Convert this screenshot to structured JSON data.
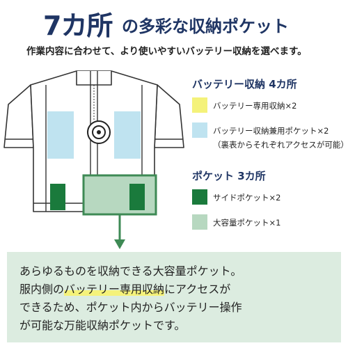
{
  "title": {
    "big": "7カ所",
    "small": "の多彩な収納ポケット"
  },
  "subtitle": "作業内容に合わせて、より使いやすいバッテリー収納を選べます。",
  "legend": {
    "battery_heading": "バッテリー収納 4カ所",
    "battery_items": [
      {
        "label": "バッテリー専用収納×2",
        "color": "#f4f27a"
      },
      {
        "label": "バッテリー収納兼用ポケット×2",
        "sub": "（裏表からそれぞれアクセスが可能）",
        "color": "#bfe3f0"
      }
    ],
    "pocket_heading": "ポケット 3カ所",
    "pocket_items": [
      {
        "label": "サイドポケット×2",
        "color": "#1a7a3c"
      },
      {
        "label": "大容量ポケット×1",
        "color": "#b7d8c0"
      }
    ]
  },
  "note": {
    "line1": "あらゆるものを収納できる大容量ポケット。",
    "line2_pre": "服内側の",
    "line2_hl": "バッテリー専用収納",
    "line2_post": "にアクセスが",
    "line3": "できるため、ポケット内からバッテリー操作",
    "line4": "が可能な万能収納ポケットです。"
  },
  "colors": {
    "title": "#1f3564",
    "battery_dedicated": "#f4f27a",
    "battery_shared": "#bfe3f0",
    "side_pocket": "#1a7a3c",
    "large_pocket": "#b7d8c0",
    "note_bg": "#dcece0",
    "arrow": "#3e8a55"
  }
}
